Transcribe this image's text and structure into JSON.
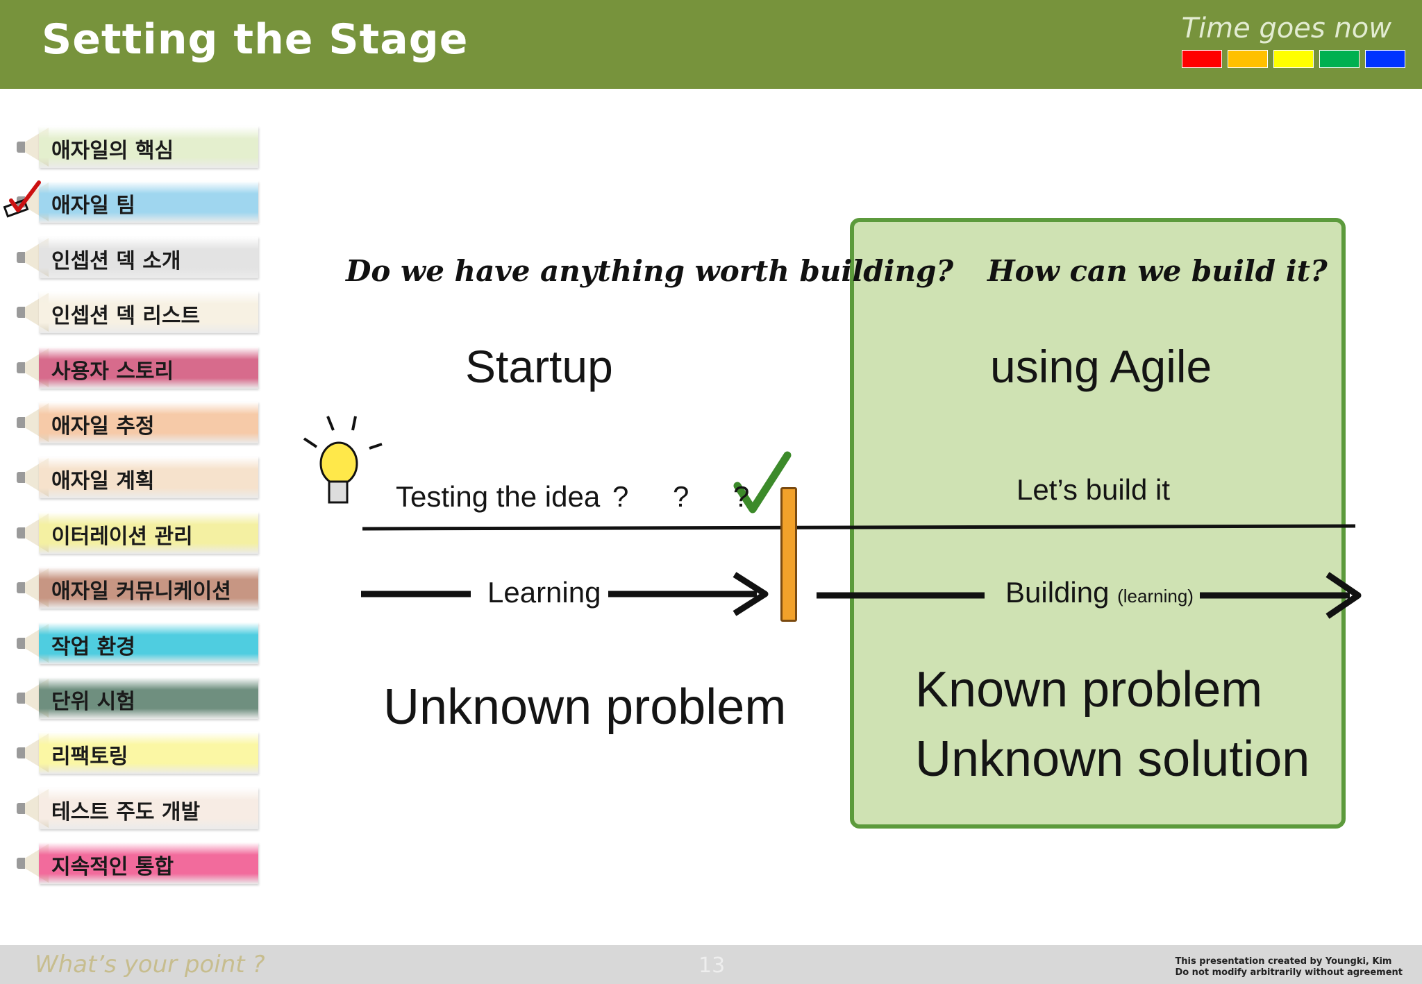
{
  "header": {
    "title": "Setting the Stage",
    "tagline": "Time goes now",
    "swatch_colors": [
      "#ff0000",
      "#ffc000",
      "#ffff00",
      "#00b050",
      "#0033ff"
    ]
  },
  "sidebar": {
    "current_index": 1,
    "items": [
      {
        "label": "애자일의 핵심",
        "color": "#e4efce"
      },
      {
        "label": "애자일 팀",
        "color": "#9fd6ef"
      },
      {
        "label": "인셉션 덱 소개",
        "color": "#e3e3e3"
      },
      {
        "label": "인셉션 덱 리스트",
        "color": "#f7f1e3"
      },
      {
        "label": "사용자 스토리",
        "color": "#d76b8c"
      },
      {
        "label": "애자일 추정",
        "color": "#f6caa8"
      },
      {
        "label": "애자일 계획",
        "color": "#f6e2cc"
      },
      {
        "label": "이터레이션 관리",
        "color": "#f4f0a2"
      },
      {
        "label": "애자일 커뮤니케이션",
        "color": "#c79683"
      },
      {
        "label": "작업 환경",
        "color": "#4fcde0"
      },
      {
        "label": "단위 시험",
        "color": "#6f8f7f"
      },
      {
        "label": "리팩토링",
        "color": "#fbf7a4"
      },
      {
        "label": "테스트 주도 개발",
        "color": "#f7ece4"
      },
      {
        "label": "지속적인 통합",
        "color": "#f26b9c"
      }
    ]
  },
  "diagram": {
    "left_question": "Do we have anything worth building?",
    "right_question": "How can we build it?",
    "startup": "Startup",
    "using_agile": "using Agile",
    "testing": "Testing the idea",
    "question_marks": "? ? ?",
    "build_it": "Let’s build it",
    "learning": "Learning",
    "building": "Building",
    "building_sub": "(learning)",
    "unknown_problem": "Unknown problem",
    "known_problem": "Known problem",
    "unknown_solution": "Unknown solution",
    "box_color": "#cfe2b3",
    "box_border_color": "#5c9a3c",
    "post_color": "#f2a12a"
  },
  "footer": {
    "left": "What’s your point ?",
    "page": "13",
    "credit_line1": "This presentation created by  Youngki, Kim",
    "credit_line2": "Do not modify arbitrarily without agreement"
  }
}
